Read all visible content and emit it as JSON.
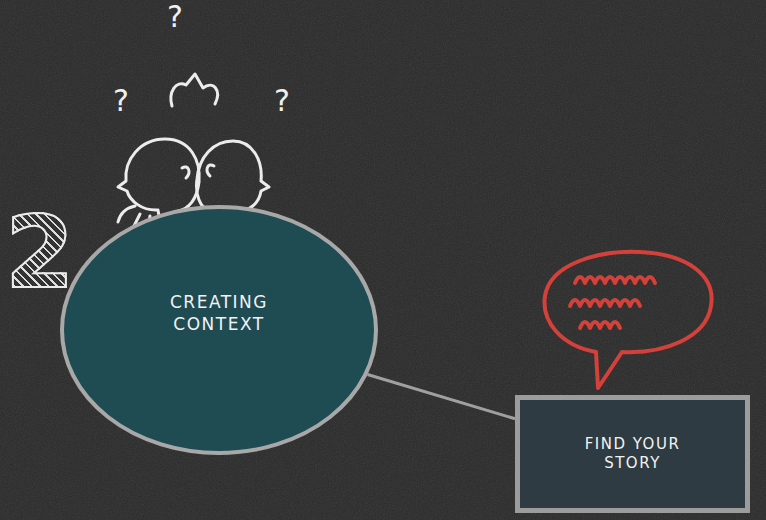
{
  "diagram": {
    "nodes": [
      {
        "text": [
          "CREATING CONTEXT"
        ]
      },
      {
        "text": [
          "FIND YOUR STORY"
        ]
      }
    ],
    "edges": [
      {
        "from": 0,
        "to": 1,
        "arrow": "none"
      }
    ],
    "labels": [
      "?",
      "?",
      "?",
      "2"
    ]
  }
}
